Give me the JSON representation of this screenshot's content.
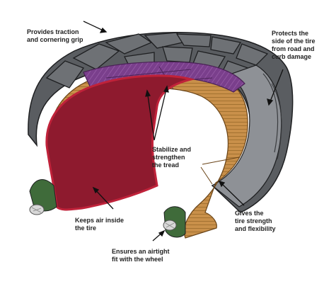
{
  "diagram": {
    "labels": {
      "traction": "Provides traction\nand cornering grip",
      "sidewall": "Protects the\nside of the tire\nfrom road and\ncurb damage",
      "belts": "Stabilize and\nstrengthen\nthe tread",
      "liner": "Keeps air inside\nthe tire",
      "ply": "Gives the\ntire strength\nand flexibility",
      "bead": "Ensures an airtight\nfit with the wheel"
    },
    "colors": {
      "tread": "#5a5d61",
      "tread_light": "#8e9196",
      "tread_dark": "#3a3c3f",
      "sidewall": "#6b6e72",
      "belt": "#7a3f8c",
      "belt_light": "#9a5cab",
      "ply": "#c9904a",
      "ply_line": "#8a5a22",
      "inner_liner": "#8e1a2e",
      "liner_edge": "#c0223a",
      "bead_green": "#3f6b3a",
      "bead_wire": "#d8d8d8"
    }
  }
}
